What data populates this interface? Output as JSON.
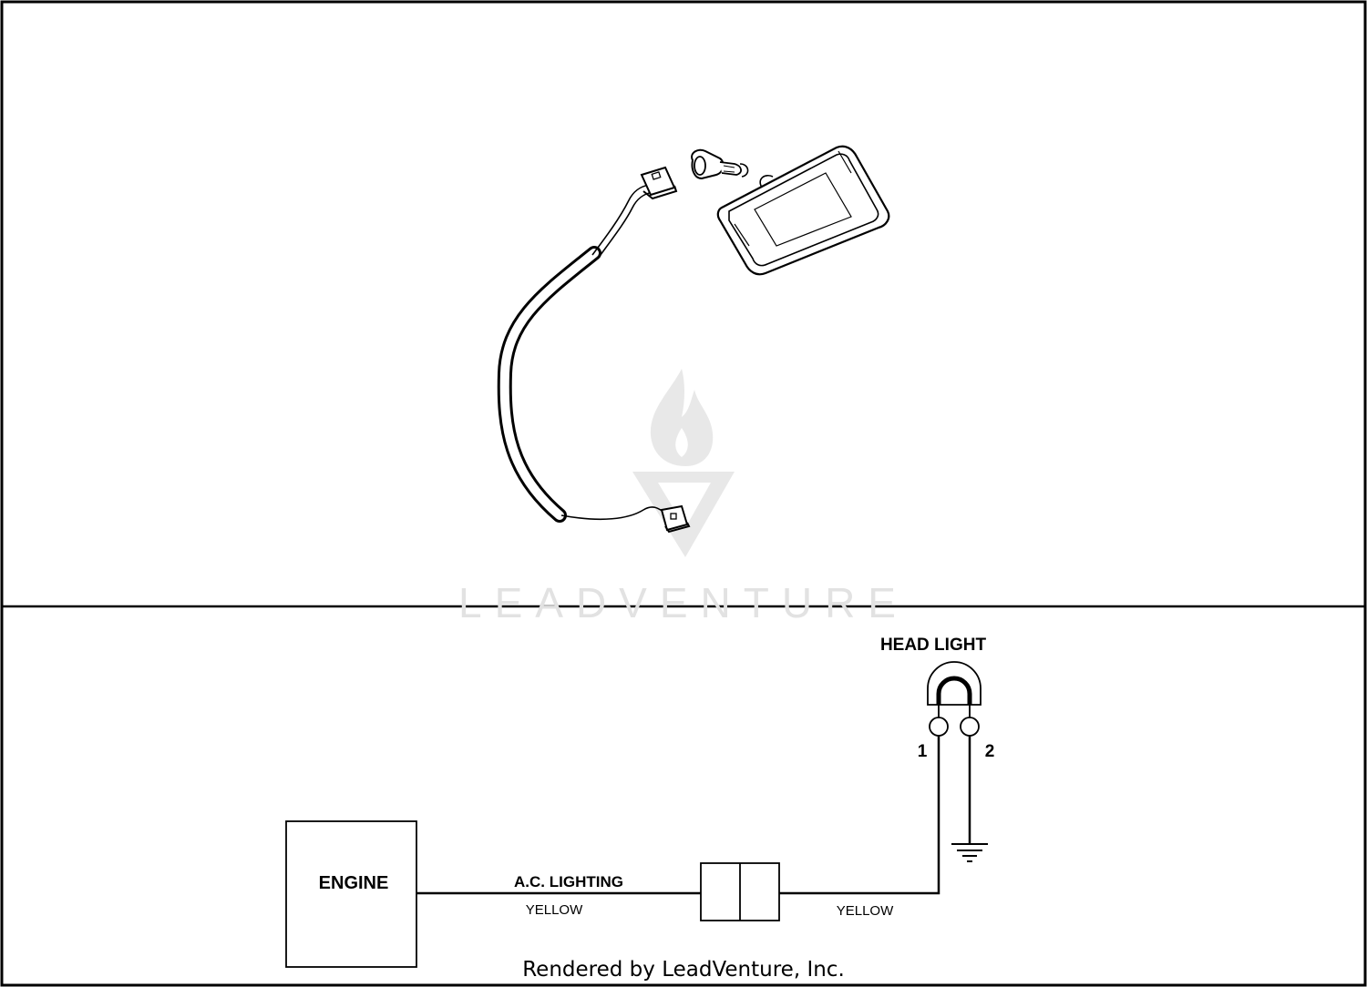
{
  "watermark": {
    "brand_text": "LEADVENTURE",
    "logo_icon": "leadventure-flame-logo-icon"
  },
  "schematic": {
    "engine_label": "ENGINE",
    "circuit_label": "A.C. LIGHTING",
    "wire_color_left": "YELLOW",
    "wire_color_right": "YELLOW",
    "head_light_label": "HEAD LIGHT",
    "terminal_1": "1",
    "terminal_2": "2",
    "ground_icon": "ground-symbol-icon",
    "connector_icon": "connector-block-icon"
  },
  "footer": {
    "credit": "Rendered by LeadVenture, Inc."
  }
}
